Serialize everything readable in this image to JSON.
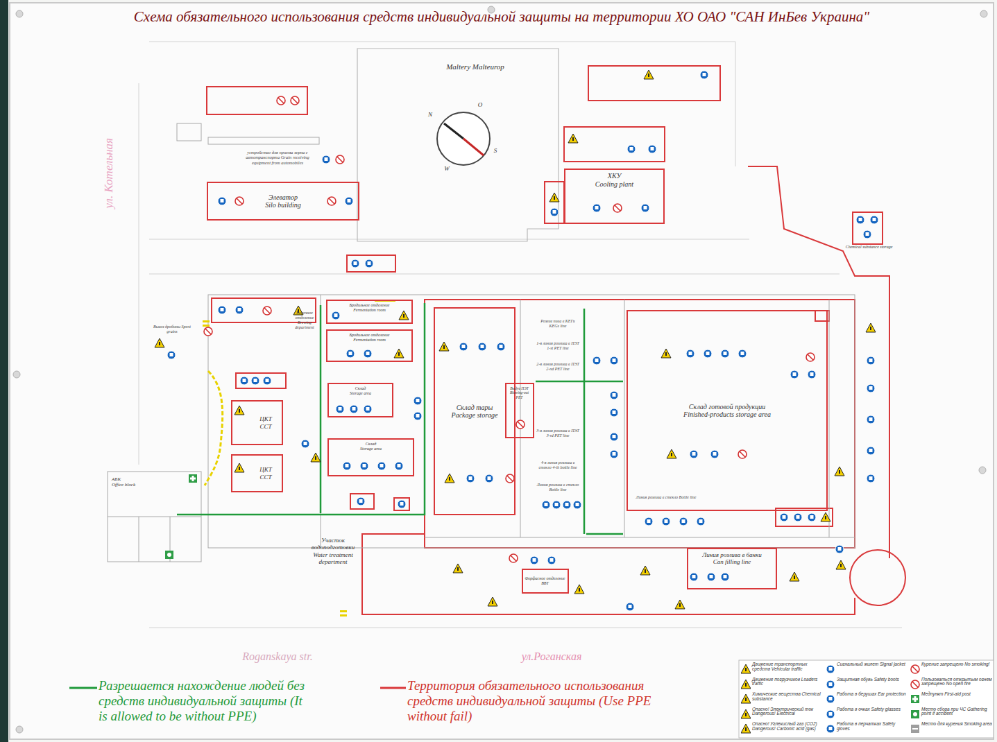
{
  "diagram": {
    "title": "Схема обязательного использования средств индивидуальной защиты на территории ХО ОАО \"САН ИнБев Украина\"",
    "nodes": [
      {
        "text": [
          "ХКУ",
          "Cooling plant"
        ]
      },
      {
        "text": [
          "Элеватор",
          "Silo building"
        ]
      },
      {
        "text": [
          "Chemical substance storage"
        ]
      },
      {
        "text": [
          "Бродильное отделение",
          "Fermentation room"
        ]
      },
      {
        "text": [
          "Склад тары",
          "Package storage"
        ]
      },
      {
        "text": [
          "Склад готовой продукции",
          "Finished-products storage area"
        ]
      },
      {
        "text": [
          "Бродильное отделение",
          "Fermentation room"
        ]
      },
      {
        "text": [
          "Склад",
          "Storage area"
        ]
      },
      {
        "text": [
          "Выдув ПЭТ",
          "Blowing-out PET"
        ]
      },
      {
        "text": [
          "ЦКТ",
          "CCT"
        ]
      },
      {
        "text": [
          "Склад",
          "Storage area"
        ]
      },
      {
        "text": [
          "ЦКТ",
          "CCT"
        ]
      },
      {
        "text": [
          "АБК",
          "Office block"
        ]
      },
      {
        "text": [
          "Линия розлива в банки",
          "Can filling line"
        ]
      },
      {
        "text": [
          "Форфасное отделение",
          "BBT"
        ]
      }
    ],
    "labels": [
      "Maltery Malteurop",
      "ул. Котельная",
      "устройство для приема зерна с автотранспорта Grain receiving equipment from automobiles",
      "Вывоз дробины Spent grains",
      "Варочное отделение Brewing department",
      "Розлив пива в КЕГи KEGs line",
      "1-я линия розлива в ПЭТ 1-st PET line",
      "2-я линия розлива в ПЭТ 2-nd PET line",
      "3-я линия розлива в ПЭТ 3-rd PET line",
      "4-я линия розлива в стекло 4-th bottle line",
      "Линия розлива в стекло Bottle line",
      "Линия розлива в стекло Bottle line",
      "Участок водоподготовки Water treatment department",
      "Roganskaya str.",
      "ул.Роганская",
      "N",
      "O",
      "S",
      "W"
    ],
    "legend": [
      {
        "text": "Разрешается нахождение людей без средств индивидуальной защиты (It is allowed to be without PPE)"
      },
      {
        "text": "Территория обязательного использования средств индивидуальной защиты (Use PPE without fail)"
      },
      {
        "text": "Движение транспортных средств Vehicular traffic"
      },
      {
        "text": "Движение погрузчиков Loaders traffic"
      },
      {
        "text": "Химические вещества Chemical substance"
      },
      {
        "text": "Опасно! Электрический ток Dangerous! Electrical"
      },
      {
        "text": "Опасно! Углекислый газ (CO2) Dangerous! Carbonic acid (gas)"
      },
      {
        "text": "Сигнальный жилет Signal jacket"
      },
      {
        "text": "Защитная обувь Safety boots"
      },
      {
        "text": "Работа в берушах Ear protection"
      },
      {
        "text": "Работа в очках Safety glasses"
      },
      {
        "text": "Работа в перчатках Safety gloves"
      },
      {
        "text": "Курение запрещено No smoking!"
      },
      {
        "text": "Пользоваться открытым огнем запрещено No open fire"
      },
      {
        "text": "Медпункт First-aid post"
      },
      {
        "text": "Место сбора при ЧС Gathering point if accident"
      },
      {
        "text": "Место для курения Smoking area"
      }
    ]
  }
}
